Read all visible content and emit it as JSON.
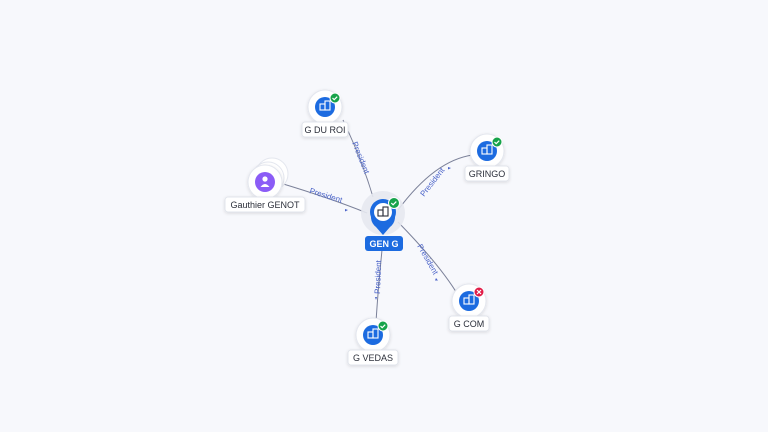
{
  "colors": {
    "company": "#1c6be0",
    "person": "#8b5cf6",
    "active_badge": "#16a34a",
    "closed_badge": "#e11d48",
    "edge_label": "#4a63c8"
  },
  "center": {
    "label": "GEN G",
    "status": "active",
    "icon": "building-icon"
  },
  "nodes": [
    {
      "id": "duroi",
      "label": "G DU ROI",
      "kind": "company",
      "status": "active",
      "icon": "building-icon"
    },
    {
      "id": "gringo",
      "label": "GRINGO",
      "kind": "company",
      "status": "active",
      "icon": "building-icon"
    },
    {
      "id": "gcom",
      "label": "G COM",
      "kind": "company",
      "status": "closed",
      "icon": "building-icon"
    },
    {
      "id": "gvedas",
      "label": "G VEDAS",
      "kind": "company",
      "status": "active",
      "icon": "building-icon"
    },
    {
      "id": "gauthier",
      "label": "Gauthier GENOT",
      "kind": "person",
      "status": "none",
      "icon": "person-icon"
    }
  ],
  "edges": [
    {
      "from": "center",
      "to": "duroi",
      "label": "President"
    },
    {
      "from": "center",
      "to": "gringo",
      "label": "President"
    },
    {
      "from": "center",
      "to": "gcom",
      "label": "President"
    },
    {
      "from": "center",
      "to": "gvedas",
      "label": "President"
    },
    {
      "from": "gauthier",
      "to": "center",
      "label": "President"
    }
  ]
}
